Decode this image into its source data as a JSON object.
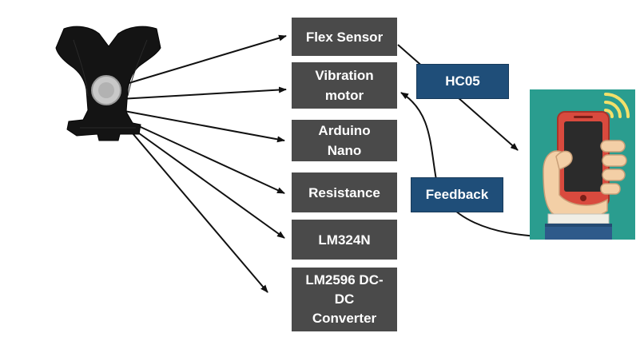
{
  "components": [
    {
      "id": "flex-sensor",
      "label": "Flex Sensor"
    },
    {
      "id": "vibration-motor",
      "label": "Vibration\nmotor"
    },
    {
      "id": "arduino-nano",
      "label": "Arduino\nNano"
    },
    {
      "id": "resistance",
      "label": "Resistance"
    },
    {
      "id": "lm324n",
      "label": "LM324N"
    },
    {
      "id": "lm2596",
      "label": "LM2596 DC-\nDC\nConverter"
    }
  ],
  "labels": {
    "bluetooth": "HC05",
    "feedback": "Feedback"
  },
  "images": {
    "device": "posture-corrector-brace-icon",
    "phone": "hand-holding-smartphone-icon"
  },
  "colors": {
    "component_box": "#4a4a4a",
    "label_box": "#1f4e79",
    "phone_bg": "#2a9d8f",
    "arrow": "#111111"
  }
}
